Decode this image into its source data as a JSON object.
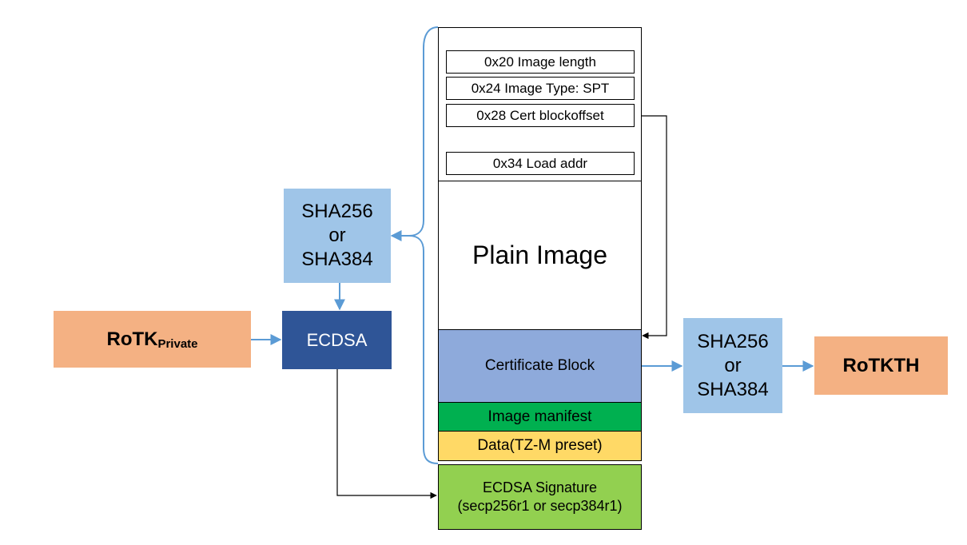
{
  "image": {
    "header_fields": [
      "0x20 Image length",
      "0x24 Image Type: SPT",
      "0x28 Cert blockoffset",
      "0x34 Load addr"
    ],
    "plain_image": "Plain Image",
    "certificate_block": "Certificate Block",
    "image_manifest": "Image manifest",
    "data_preset": "Data(TZ-M preset)",
    "signature_line1": "ECDSA Signature",
    "signature_line2": "(secp256r1 or secp384r1)"
  },
  "hash_left": {
    "line1": "SHA256",
    "line2": "or",
    "line3": "SHA384"
  },
  "hash_right": {
    "line1": "SHA256",
    "line2": "or",
    "line3": "SHA384"
  },
  "ecdsa": "ECDSA",
  "rotk_private": {
    "main": "RoTK",
    "subscript": "Private"
  },
  "rotkth": "RoTKTH",
  "colors": {
    "hash_box": "#9fc5e8",
    "rotk_box": "#f4b183",
    "ecdsa_box": "#2f5597",
    "certificate_block": "#8eaadb",
    "image_manifest": "#00b050",
    "data_preset": "#ffd966",
    "signature": "#92d050",
    "arrow_blue": "#5b9bd5"
  }
}
